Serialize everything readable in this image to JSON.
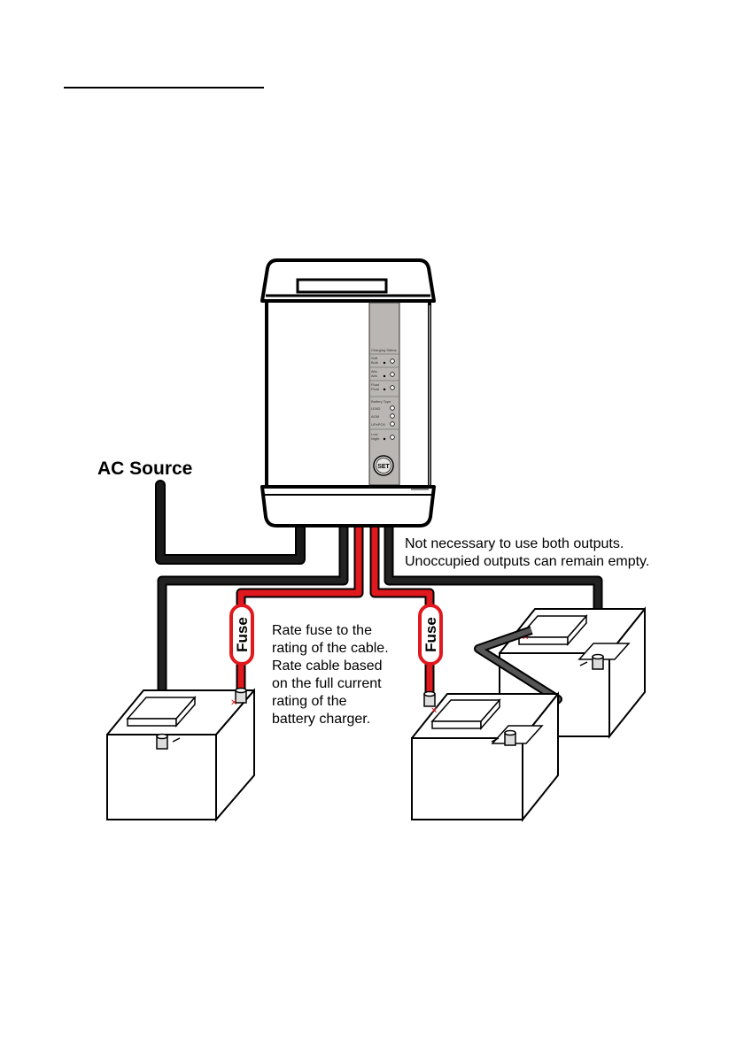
{
  "labels": {
    "ac_source": "AC Source",
    "note_outputs": [
      "Not necessary to use both outputs.",
      "Unoccupied outputs can remain empty."
    ],
    "note_fuse": [
      "Rate fuse to the",
      "rating of the cable.",
      "Rate cable based",
      "on the full current",
      "rating of the",
      "battery charger."
    ],
    "fuse_left": "Fuse",
    "fuse_right": "Fuse",
    "set_button": "SET"
  },
  "panel": {
    "charging_status": "Charging Status",
    "rows": [
      {
        "a": "Soft",
        "b": "Bulk"
      },
      {
        "a": "Abs",
        "b": "Abs"
      },
      {
        "a": "Float",
        "b": "Float"
      }
    ],
    "battery_type": "Battery Type",
    "types": [
      "LEAD",
      "AGM",
      "LiFePO4"
    ],
    "mode": {
      "a": "Low",
      "b": "Night"
    }
  },
  "colors": {
    "cable_black": "#1a1a1a",
    "cable_red": "#e0191f",
    "cable_grey": "#555555",
    "panel_grey": "#b9b6b3",
    "charger_body": "#ffffff",
    "outline": "#000000"
  },
  "icons": [
    "charger-device",
    "battery-icon",
    "fuse-icon",
    "cable-lines"
  ]
}
